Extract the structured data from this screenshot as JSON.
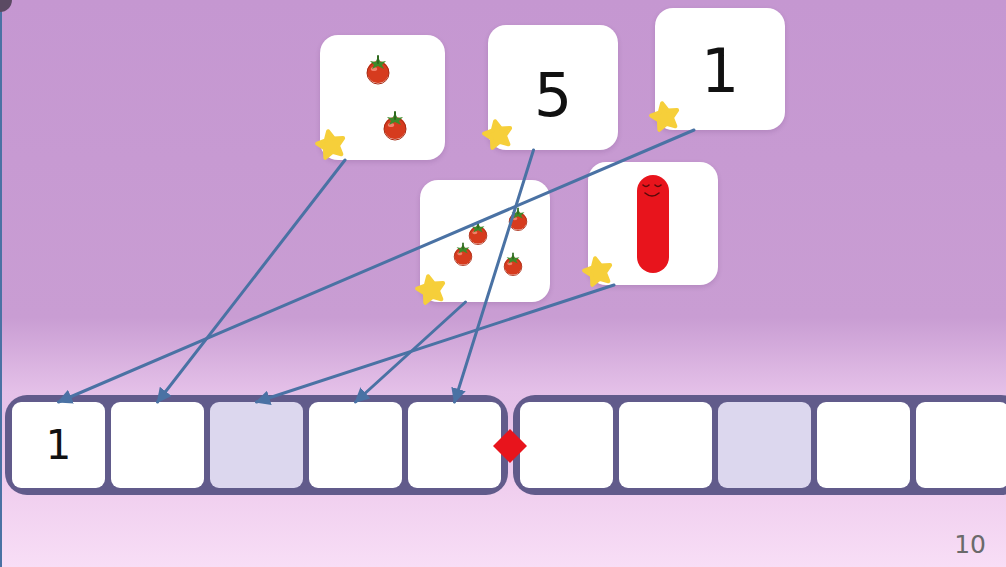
{
  "diagram": {
    "nodes": [
      {
        "text": []
      },
      {
        "text": [
          "5"
        ]
      },
      {
        "text": [
          "1"
        ]
      },
      {
        "text": []
      },
      {
        "text": []
      },
      {
        "text": []
      },
      {
        "text": [
          "1"
        ],
        "in": 5
      },
      {
        "text": [],
        "in": 5
      },
      {
        "text": [],
        "in": 5
      },
      {
        "text": [],
        "in": 5
      },
      {
        "text": [],
        "in": 5
      },
      {
        "text": []
      },
      {
        "text": [],
        "in": 11
      },
      {
        "text": [],
        "in": 11
      },
      {
        "text": [],
        "in": 11
      },
      {
        "text": [],
        "in": 11
      },
      {
        "text": [],
        "in": 11
      }
    ],
    "edges": [
      {
        "from": 0,
        "to": 7,
        "arrow": "to"
      },
      {
        "from": 1,
        "to": 10,
        "arrow": "to"
      },
      {
        "from": 2,
        "to": 6,
        "arrow": "to"
      },
      {
        "from": 3,
        "to": 9,
        "arrow": "to"
      },
      {
        "from": 4,
        "to": 8,
        "arrow": "to"
      }
    ],
    "labels": [
      "10"
    ]
  }
}
